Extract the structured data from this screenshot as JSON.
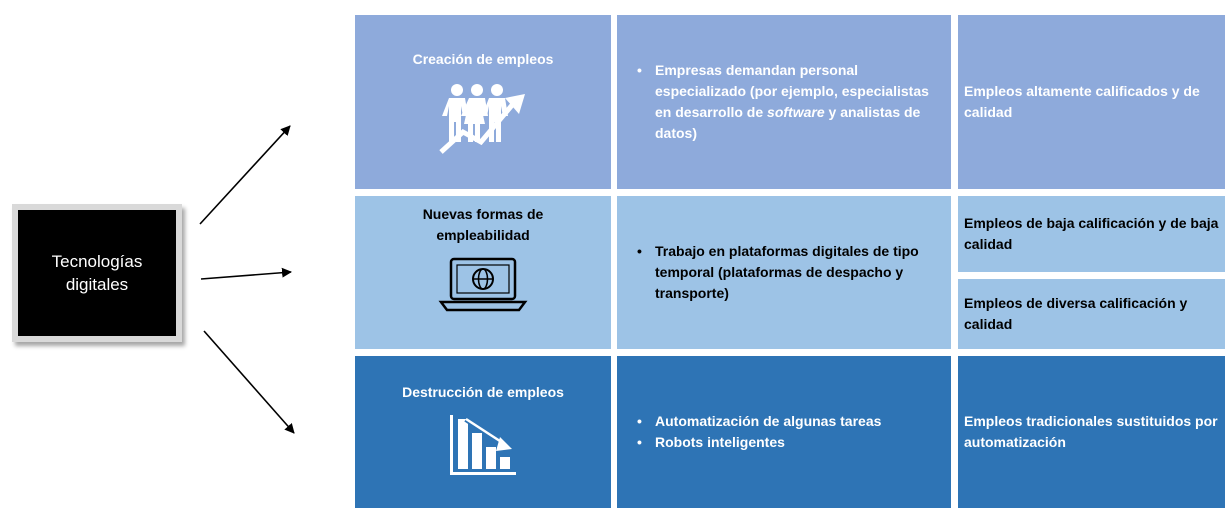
{
  "source": {
    "label": "Tecnologías digitales"
  },
  "colors": {
    "row_creation": "#8eaadb",
    "row_new_forms": "#9dc3e6",
    "row_destruction": "#2e74b5",
    "source_fill": "#000000",
    "arrow": "#000000"
  },
  "rows": [
    {
      "category": "Creación de empleos",
      "icon": "people-growth-icon",
      "bullets": [
        {
          "before": "Empresas demandan personal especializado (por ejemplo, especialistas en desarrollo de ",
          "emphasis": "software",
          "after": " y analistas de datos)"
        }
      ],
      "outcomes": [
        "Empleos altamente calificados y de calidad"
      ]
    },
    {
      "category": "Nuevas formas de empleabilidad",
      "icon": "laptop-globe-icon",
      "bullets": [
        {
          "before": "Trabajo en plataformas digitales de tipo temporal (plataformas de despacho y transporte)"
        }
      ],
      "outcomes": [
        "Empleos de baja calificación y de baja calidad",
        "Empleos de diversa calificación y calidad"
      ]
    },
    {
      "category": "Destrucción de empleos",
      "icon": "declining-bars-icon",
      "bullets": [
        {
          "before": "Automatización de algunas tareas"
        },
        {
          "before": "Robots inteligentes"
        }
      ],
      "outcomes": [
        "Empleos tradicionales sustituidos por automatización"
      ]
    }
  ]
}
